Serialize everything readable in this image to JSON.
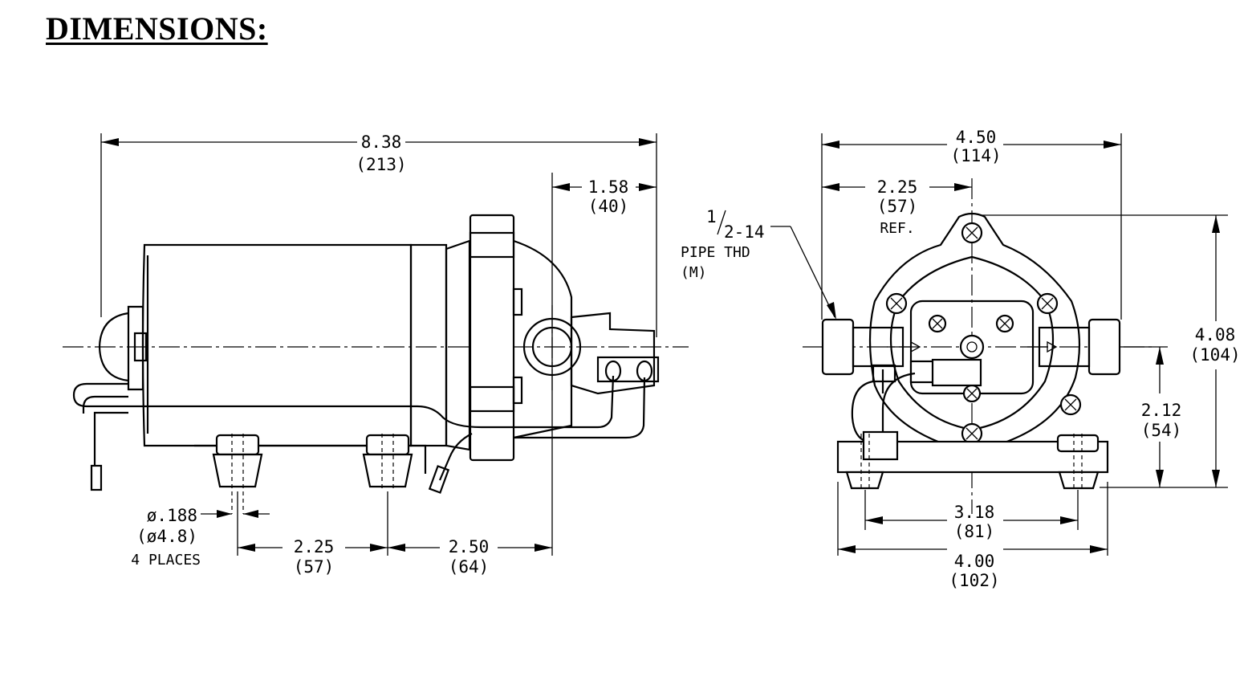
{
  "title": "DIMENSIONS:",
  "side_view": {
    "overall_length": {
      "in": "8.38",
      "mm": "(213)"
    },
    "head_length": {
      "in": "1.58",
      "mm": "(40)"
    },
    "hole_dia": {
      "in": "ø.188",
      "mm": "(ø4.8)",
      "note": "4 PLACES"
    },
    "mount_spacing": {
      "in": "2.25",
      "mm": "(57)"
    },
    "mount_to_port": {
      "in": "2.50",
      "mm": "(64)"
    }
  },
  "front_view": {
    "overall_width": {
      "in": "4.50",
      "mm": "(114)"
    },
    "port_offset": {
      "in": "2.25",
      "mm": "(57)",
      "note": "REF."
    },
    "pipe_thread": {
      "size": "2-14",
      "line2": "PIPE THD",
      "line3": "(M)"
    },
    "overall_height": {
      "in": "4.08",
      "mm": "(104)"
    },
    "port_height": {
      "in": "2.12",
      "mm": "(54)"
    },
    "mount_hole_spacing": {
      "in": "3.18",
      "mm": "(81)"
    },
    "base_width": {
      "in": "4.00",
      "mm": "(102)"
    }
  }
}
